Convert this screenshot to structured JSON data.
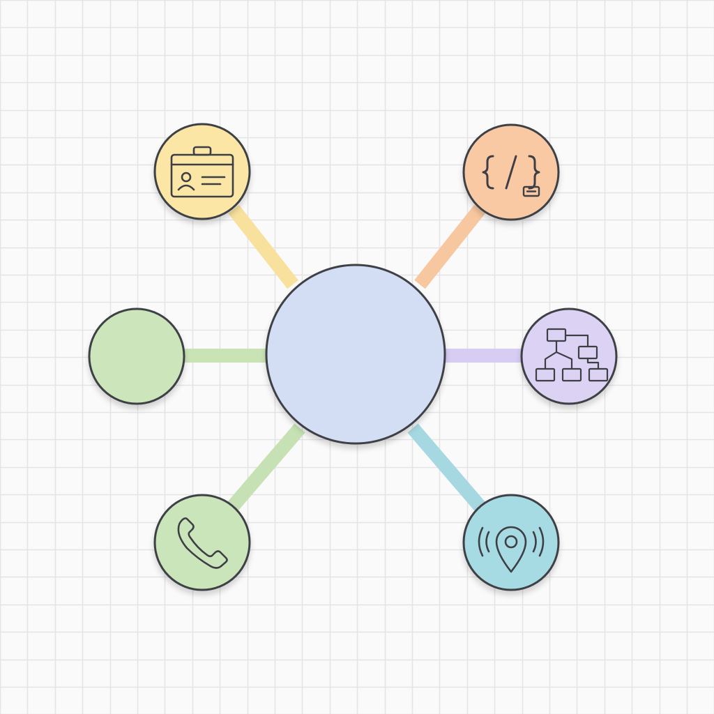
{
  "diagram": {
    "background": "#fafafa",
    "grid_color": "#e4e4e4",
    "outline_color": "#3d3f45",
    "hub": {
      "fill": "#d3ddf3"
    },
    "nodes": [
      {
        "key": "id-card",
        "icon": "id-card-icon",
        "fill": "#fbe6a6",
        "spoke": "#f8e19d"
      },
      {
        "key": "code",
        "icon": "code-icon",
        "fill": "#f9c9a4",
        "spoke": "#f7c7a0"
      },
      {
        "key": "left-blank",
        "icon": "",
        "fill": "#cce5bb",
        "spoke": "#c9e3b5"
      },
      {
        "key": "hierarchy",
        "icon": "hierarchy-icon",
        "fill": "#dcd2f3",
        "spoke": "#d7ccf2"
      },
      {
        "key": "phone",
        "icon": "phone-icon",
        "fill": "#c9e5b9",
        "spoke": "#c6e2b4"
      },
      {
        "key": "location",
        "icon": "location-signal-icon",
        "fill": "#a7dbe4",
        "spoke": "#a6d8e2"
      }
    ]
  }
}
